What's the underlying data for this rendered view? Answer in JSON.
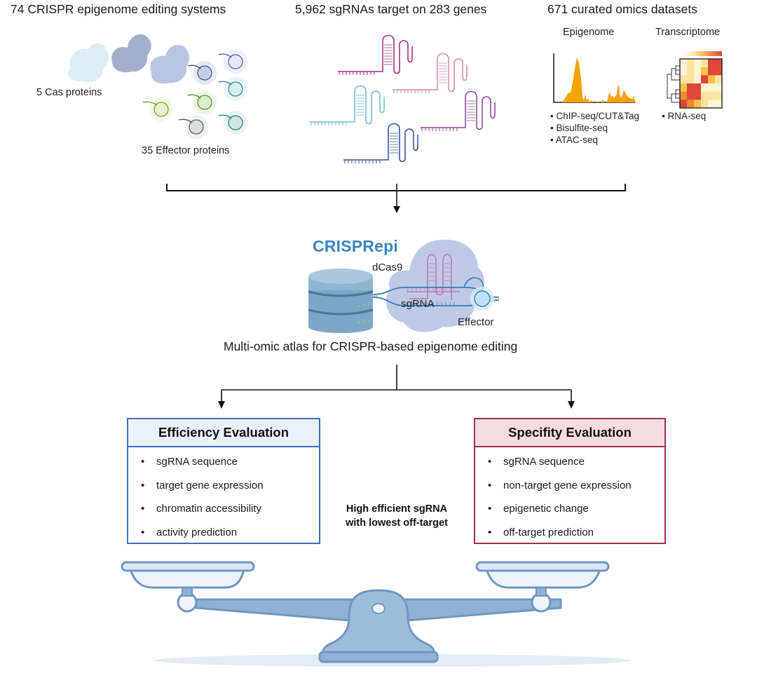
{
  "top": {
    "systems": {
      "title": "74 CRISPR epigenome editing systems",
      "cas_label": "5 Cas proteins",
      "effector_label": "35 Effector proteins"
    },
    "sgrnas": {
      "title": "5,962 sgRNAs target on 283 genes"
    },
    "datasets": {
      "title": "671 curated omics datasets",
      "epigenome_label": "Epigenome",
      "transcriptome_label": "Transcriptome",
      "epigenome_assays": [
        "ChIP-seq/CUT&Tag",
        "Bisulfite-seq",
        "ATAC-seq"
      ],
      "transcriptome_assays": [
        "RNA-seq"
      ]
    }
  },
  "center": {
    "brand": "CRISPRepi",
    "dcas9_label": "dCas9",
    "sgrna_label": "sgRNA",
    "effector_label": "Effector",
    "caption": "Multi-omic atlas for CRISPR-based epigenome editing"
  },
  "evaluation": {
    "efficiency": {
      "title": "Efficiency Evaluation",
      "items": [
        "sgRNA sequence",
        "target gene expression",
        "chromatin accessibility",
        "activity prediction"
      ],
      "border_color": "#3d6ebf",
      "header_bg": "#eaf2fb"
    },
    "specificity": {
      "title": "Specifity Evaluation",
      "items": [
        "sgRNA sequence",
        "non-target gene expression",
        "epigenetic change",
        "off-target prediction"
      ],
      "border_color": "#9c3447",
      "header_bg": "#f7dcdf"
    },
    "center_note_line1": "High efficient sgRNA",
    "center_note_line2": "with lowest off-target"
  },
  "colors": {
    "brand_blue": "#3a84c1",
    "peak_orange": "#f5a300",
    "scale_blue": "#8fb1d3"
  }
}
